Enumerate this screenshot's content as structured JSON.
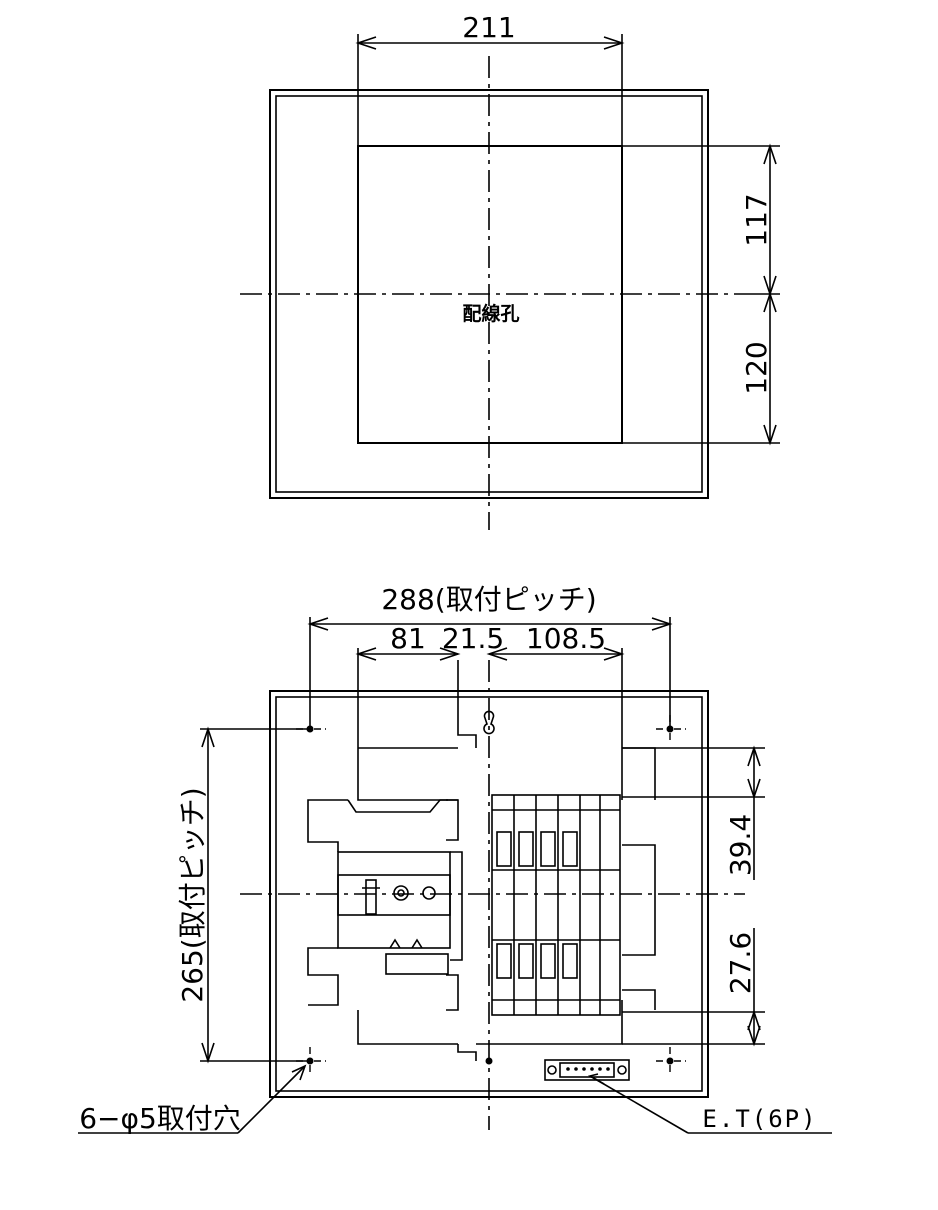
{
  "top_view": {
    "dim_width": "211",
    "dim_upper": "117",
    "dim_lower": "120",
    "label_hole": "配線孔"
  },
  "front_view": {
    "dim_pitch_width": "288(取付ピッチ)",
    "dim_81": "81",
    "dim_21_5": "21.5",
    "dim_108_5": "108.5",
    "dim_pitch_height": "265(取付ピッチ)",
    "dim_39_4": "39.4",
    "dim_27_6": "27.6",
    "label_mount_holes": "6−φ5取付穴",
    "label_terminal": "E.T(6P)"
  }
}
